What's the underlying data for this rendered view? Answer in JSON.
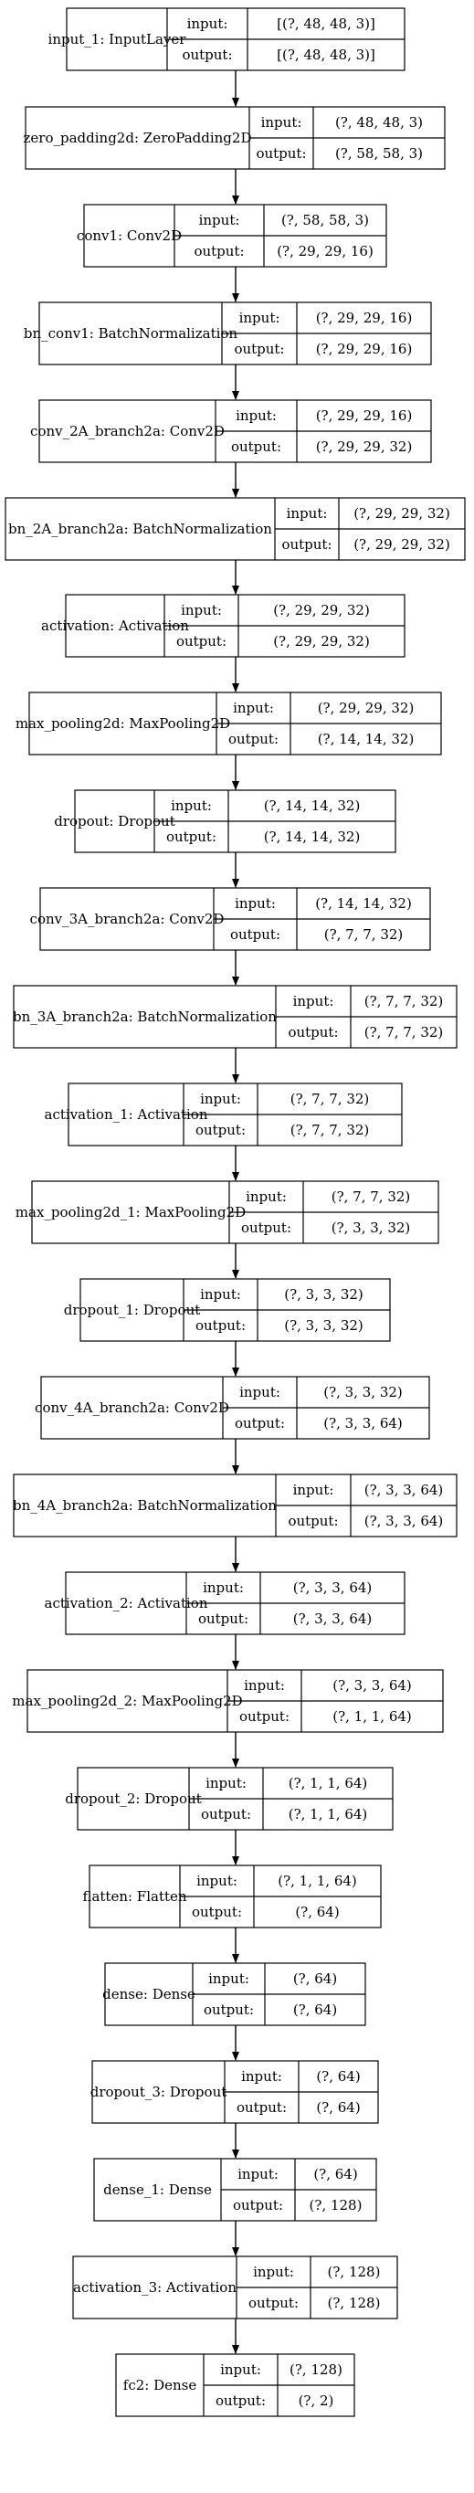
{
  "layers": [
    {
      "name": "input_1: InputLayer",
      "input_label": "input:",
      "input": "[(?, 48, 48, 3)]",
      "output_label": "output:",
      "output": "[(?, 48, 48, 3)]"
    },
    {
      "name": "zero_padding2d: ZeroPadding2D",
      "input_label": "input:",
      "input": "(?, 48, 48, 3)",
      "output_label": "output:",
      "output": "(?, 58, 58, 3)"
    },
    {
      "name": "conv1: Conv2D",
      "input_label": "input:",
      "input": "(?, 58, 58, 3)",
      "output_label": "output:",
      "output": "(?, 29, 29, 16)"
    },
    {
      "name": "bn_conv1: BatchNormalization",
      "input_label": "input:",
      "input": "(?, 29, 29, 16)",
      "output_label": "output:",
      "output": "(?, 29, 29, 16)"
    },
    {
      "name": "conv_2A_branch2a: Conv2D",
      "input_label": "input:",
      "input": "(?, 29, 29, 16)",
      "output_label": "output:",
      "output": "(?, 29, 29, 32)"
    },
    {
      "name": "bn_2A_branch2a: BatchNormalization",
      "input_label": "input:",
      "input": "(?, 29, 29, 32)",
      "output_label": "output:",
      "output": "(?, 29, 29, 32)"
    },
    {
      "name": "activation: Activation",
      "input_label": "input:",
      "input": "(?, 29, 29, 32)",
      "output_label": "output:",
      "output": "(?, 29, 29, 32)"
    },
    {
      "name": "max_pooling2d: MaxPooling2D",
      "input_label": "input:",
      "input": "(?, 29, 29, 32)",
      "output_label": "output:",
      "output": "(?, 14, 14, 32)"
    },
    {
      "name": "dropout: Dropout",
      "input_label": "input:",
      "input": "(?, 14, 14, 32)",
      "output_label": "output:",
      "output": "(?, 14, 14, 32)"
    },
    {
      "name": "conv_3A_branch2a: Conv2D",
      "input_label": "input:",
      "input": "(?, 14, 14, 32)",
      "output_label": "output:",
      "output": "(?, 7, 7, 32)"
    },
    {
      "name": "bn_3A_branch2a: BatchNormalization",
      "input_label": "input:",
      "input": "(?, 7, 7, 32)",
      "output_label": "output:",
      "output": "(?, 7, 7, 32)"
    },
    {
      "name": "activation_1: Activation",
      "input_label": "input:",
      "input": "(?, 7, 7, 32)",
      "output_label": "output:",
      "output": "(?, 7, 7, 32)"
    },
    {
      "name": "max_pooling2d_1: MaxPooling2D",
      "input_label": "input:",
      "input": "(?, 7, 7, 32)",
      "output_label": "output:",
      "output": "(?, 3, 3, 32)"
    },
    {
      "name": "dropout_1: Dropout",
      "input_label": "input:",
      "input": "(?, 3, 3, 32)",
      "output_label": "output:",
      "output": "(?, 3, 3, 32)"
    },
    {
      "name": "conv_4A_branch2a: Conv2D",
      "input_label": "input:",
      "input": "(?, 3, 3, 32)",
      "output_label": "output:",
      "output": "(?, 3, 3, 64)"
    },
    {
      "name": "bn_4A_branch2a: BatchNormalization",
      "input_label": "input:",
      "input": "(?, 3, 3, 64)",
      "output_label": "output:",
      "output": "(?, 3, 3, 64)"
    },
    {
      "name": "activation_2: Activation",
      "input_label": "input:",
      "input": "(?, 3, 3, 64)",
      "output_label": "output:",
      "output": "(?, 3, 3, 64)"
    },
    {
      "name": "max_pooling2d_2: MaxPooling2D",
      "input_label": "input:",
      "input": "(?, 3, 3, 64)",
      "output_label": "output:",
      "output": "(?, 1, 1, 64)"
    },
    {
      "name": "dropout_2: Dropout",
      "input_label": "input:",
      "input": "(?, 1, 1, 64)",
      "output_label": "output:",
      "output": "(?, 1, 1, 64)"
    },
    {
      "name": "flatten: Flatten",
      "input_label": "input:",
      "input": "(?, 1, 1, 64)",
      "output_label": "output:",
      "output": "(?, 64)"
    },
    {
      "name": "dense: Dense",
      "input_label": "input:",
      "input": "(?, 64)",
      "output_label": "output:",
      "output": "(?, 64)"
    },
    {
      "name": "dropout_3: Dropout",
      "input_label": "input:",
      "input": "(?, 64)",
      "output_label": "output:",
      "output": "(?, 64)"
    },
    {
      "name": "dense_1: Dense",
      "input_label": "input:",
      "input": "(?, 64)",
      "output_label": "output:",
      "output": "(?, 128)"
    },
    {
      "name": "activation_3: Activation",
      "input_label": "input:",
      "input": "(?, 128)",
      "output_label": "output:",
      "output": "(?, 128)"
    },
    {
      "name": "fc2: Dense",
      "input_label": "input:",
      "input": "(?, 128)",
      "output_label": "output:",
      "output": "(?, 2)"
    }
  ]
}
